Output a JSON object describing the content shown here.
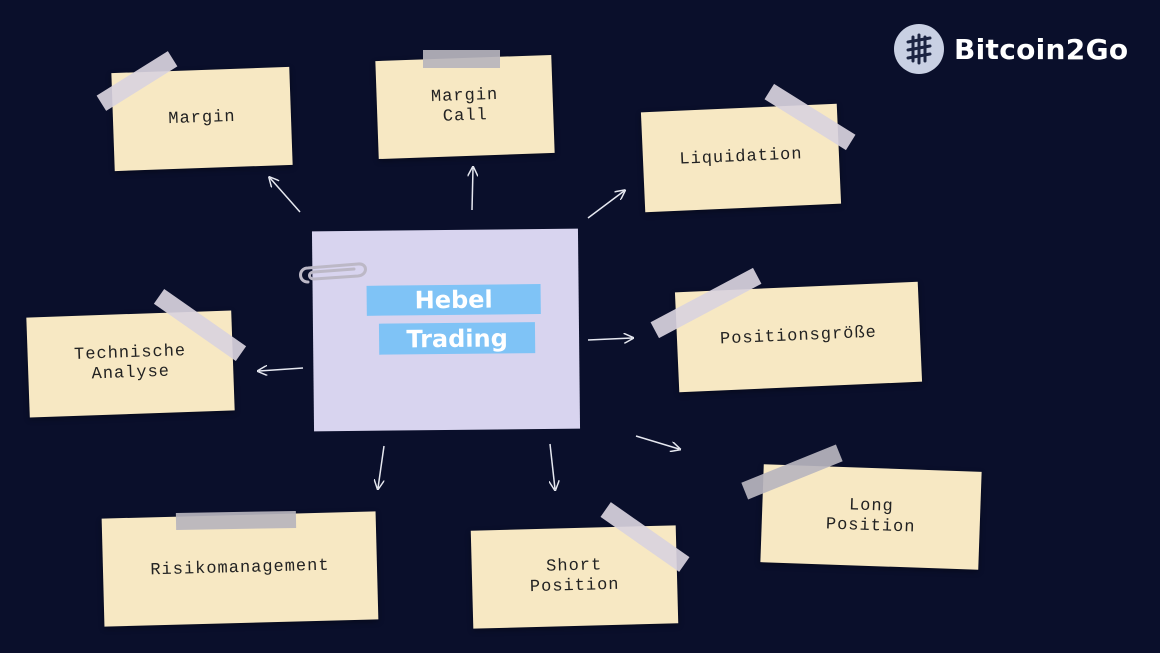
{
  "brand": {
    "name": "Bitcoin2Go",
    "logo_icon": "bitcoin-logo-icon"
  },
  "center": {
    "title_line1": "Hebel",
    "title_line2": "Trading"
  },
  "notes": {
    "margin": "Margin",
    "margin_call": "Margin\nCall",
    "liquidation": "Liquidation",
    "technische_analyse": "Technische\nAnalyse",
    "positionsgroesse": "Positionsgröße",
    "risikomanagement": "Risikomanagement",
    "short_position": "Short\nPosition",
    "long_position": "Long\nPosition"
  },
  "colors": {
    "background": "#0a0f2b",
    "note": "#f7e8c3",
    "center_note": "#d8d4ef",
    "title_highlight": "#7fc3f6",
    "arrow": "#e6e8f0"
  }
}
